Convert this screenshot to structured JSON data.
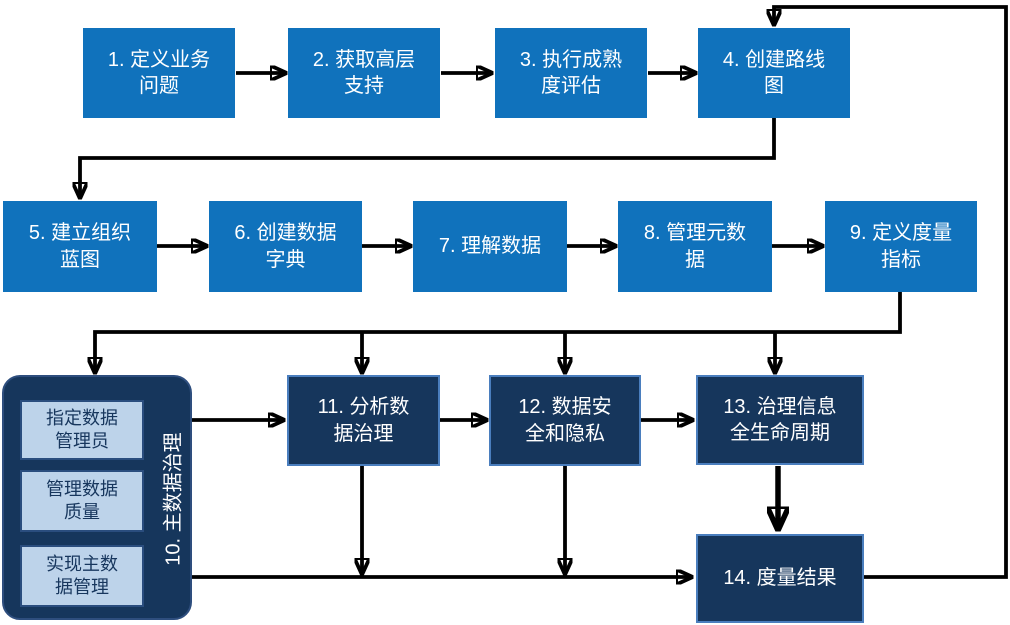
{
  "colors": {
    "primary_blue": "#1072BC",
    "dark_navy": "#16365C",
    "light_blue_fill": "#BDD3EA",
    "light_box_text": "#17365D",
    "connector_black": "#000000",
    "text_white": "#FFFFFF",
    "background": "#FFFFFF"
  },
  "nodes": {
    "n1": {
      "lines": [
        "1. 定义业务",
        "问题"
      ]
    },
    "n2": {
      "lines": [
        "2. 获取高层",
        "支持"
      ]
    },
    "n3": {
      "lines": [
        "3. 执行成熟",
        "度评估"
      ]
    },
    "n4": {
      "lines": [
        "4. 创建路线",
        "图"
      ]
    },
    "n5": {
      "lines": [
        "5. 建立组织",
        "蓝图"
      ]
    },
    "n6": {
      "lines": [
        "6. 创建数据",
        "字典"
      ]
    },
    "n7": {
      "lines": [
        "7. 理解数据"
      ]
    },
    "n8": {
      "lines": [
        "8. 管理元数",
        "据"
      ]
    },
    "n9": {
      "lines": [
        "9. 定义度量",
        "指标"
      ]
    },
    "n10": {
      "label": "10. 主数据治理",
      "children": [
        {
          "lines": [
            "指定数据",
            "管理员"
          ]
        },
        {
          "lines": [
            "管理数据",
            "质量"
          ]
        },
        {
          "lines": [
            "实现主数",
            "据管理"
          ]
        }
      ]
    },
    "n11": {
      "lines": [
        "11. 分析数",
        "据治理"
      ]
    },
    "n12": {
      "lines": [
        "12. 数据安",
        "全和隐私"
      ]
    },
    "n13": {
      "lines": [
        "13. 治理信息",
        "全生命周期"
      ]
    },
    "n14": {
      "lines": [
        "14. 度量结果"
      ]
    }
  }
}
